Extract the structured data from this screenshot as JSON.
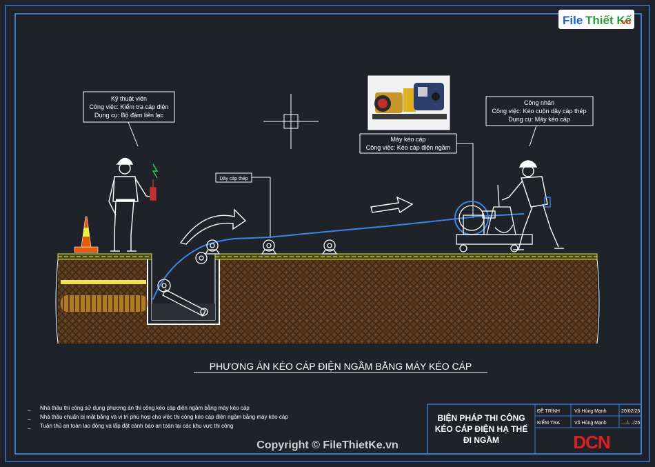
{
  "logo": {
    "text_a": "File",
    "text_b": "Thiết Kế",
    "text_c": ".vn"
  },
  "technician": {
    "title": "Kỹ thuật viên",
    "task": "Công việc: Kiểm tra cáp điện",
    "tool": "Dụng cụ: Bộ đàm liên lạc"
  },
  "machine": {
    "title": "Máy kéo cáp",
    "task": "Công việc: Kéo cáp điện ngầm"
  },
  "worker": {
    "title": "Công nhân",
    "task": "Công việc: Kéo cuộn dây cáp thép",
    "tool": "Dụng cụ: Máy kéo cáp"
  },
  "steel_cable_label": "Dây cáp thép",
  "main_title": "PHƯƠNG ÁN KÉO CÁP ĐIỆN NGẦM BẰNG MÁY KÉO CÁP",
  "notes": [
    "Nhà thầu thi công sử dụng phương án thi công kéo cáp điện ngầm bằng máy kéo cáp",
    "Nhà thầu chuẩn bị mặt bằng và vị trí phù hợp cho việc thi công kéo cáp điện ngầm bằng máy kéo cáp",
    "Tuân thủ an toàn lao động và lắp đặt cảnh báo an toàn tại các khu vực thi công"
  ],
  "note_bullet": "_",
  "title_block": {
    "heading_1": "BIỆN PHÁP THI CÔNG",
    "heading_2": "KÉO CÁP ĐIỆN HẠ THẾ",
    "heading_3": "ĐI NGẦM",
    "row1_label": "ĐỀ TRÌNH",
    "row1_name": "Võ Hùng Mạnh",
    "row1_date": "20/02/25",
    "row2_label": "KIỂM TRA",
    "row2_name": "Võ Hùng Mạnh",
    "row2_date": "..../..../25",
    "brand": "DCN"
  },
  "copyright": "Copyright © FileThietKe.vn",
  "colors": {
    "background": "#1f2329",
    "frame": "#3a7bd5",
    "soil": "#5a3a1c",
    "cable": "#3a86e8",
    "brand": "#e02020",
    "cone": "#e65a0a"
  }
}
